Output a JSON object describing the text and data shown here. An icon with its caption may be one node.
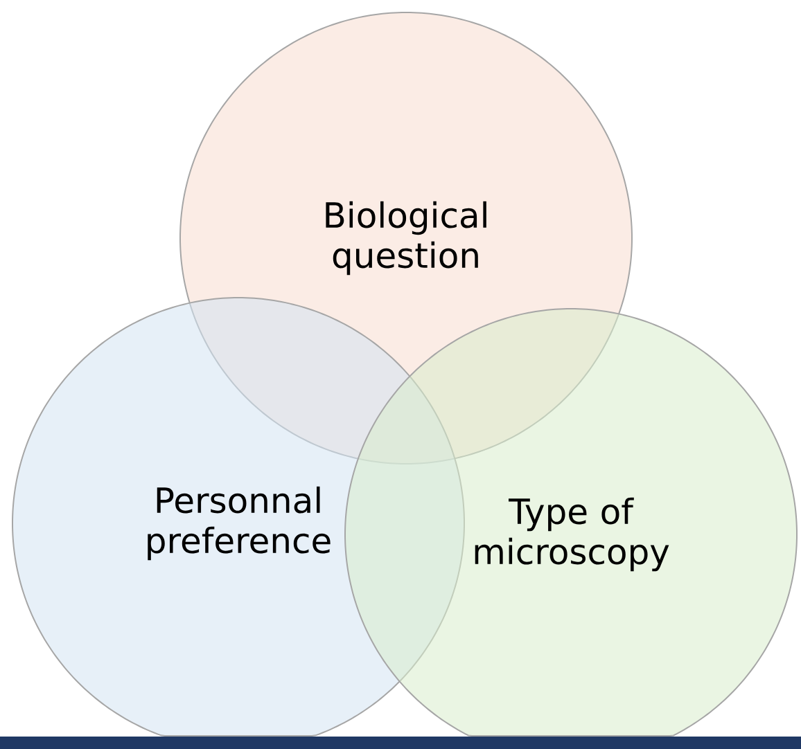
{
  "diagram": {
    "nodes": [
      {
        "text": [
          "Biological question"
        ]
      },
      {
        "text": [
          "Personnal preference"
        ]
      },
      {
        "text": [
          "Type of microscopy"
        ]
      }
    ]
  }
}
